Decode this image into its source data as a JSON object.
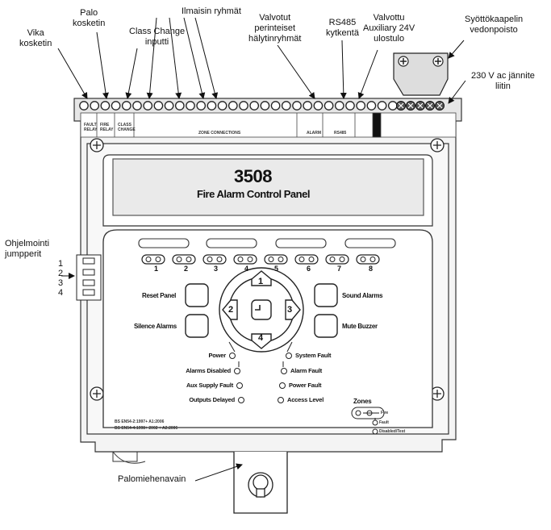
{
  "labels": {
    "fault_contact": "Vika\nkosketin",
    "fire_contact": "Palo\nkosketin",
    "class_change": "Class Change\ninputti",
    "detector_zones": "Ilmaisin ryhmät",
    "supervised_alarm": "Valvotut\nperinteiset\nhälytinryhmät",
    "rs485": "RS485\nkytkentä",
    "aux24v": "Valvottu\nAuxiliary 24V\nulostulo",
    "cable_strain": "Syöttökaapelin\nvedonpoisto",
    "mains": "230 V ac jännite\nliitin",
    "programming_jumpers": "Ohjelmointi\njumpperit",
    "jumper_numbers": [
      "1",
      "2",
      "3",
      "4"
    ],
    "fire_key": "Palomiehenavain"
  },
  "panel": {
    "model": "3508",
    "title": "Fire Alarm Control Panel",
    "terminal_labels": {
      "fault_relay": "FAULT\nRELAY",
      "fire_relay": "FIRE\nRELAY",
      "class_change": "CLASS\nCHANGE",
      "zone_connections": "ZONE CONNECTIONS",
      "alarm": "ALARM",
      "rs485": "RS485"
    },
    "zone_numbers": [
      "1",
      "2",
      "3",
      "4",
      "5",
      "6",
      "7",
      "8"
    ],
    "buttons": {
      "reset": "Reset Panel",
      "silence": "Silence Alarms",
      "sound": "Sound Alarms",
      "mute": "Mute Buzzer"
    },
    "nav": {
      "up": "1",
      "left": "2",
      "right": "3",
      "down": "4"
    },
    "leds_left": [
      "Power",
      "Alarms Disabled",
      "Aux Supply Fault",
      "Outputs Delayed"
    ],
    "leds_right": [
      "System Fault",
      "Alarm Fault",
      "Power Fault",
      "Access Level"
    ],
    "zones_legend": {
      "title": "Zones",
      "items": [
        "Fire",
        "Fault",
        "Disabled/Test"
      ]
    },
    "standards": [
      "BS EN54-2:1997+ A1:2006",
      "BS EN54-4:1998+ 2002 + A2:2006"
    ]
  }
}
